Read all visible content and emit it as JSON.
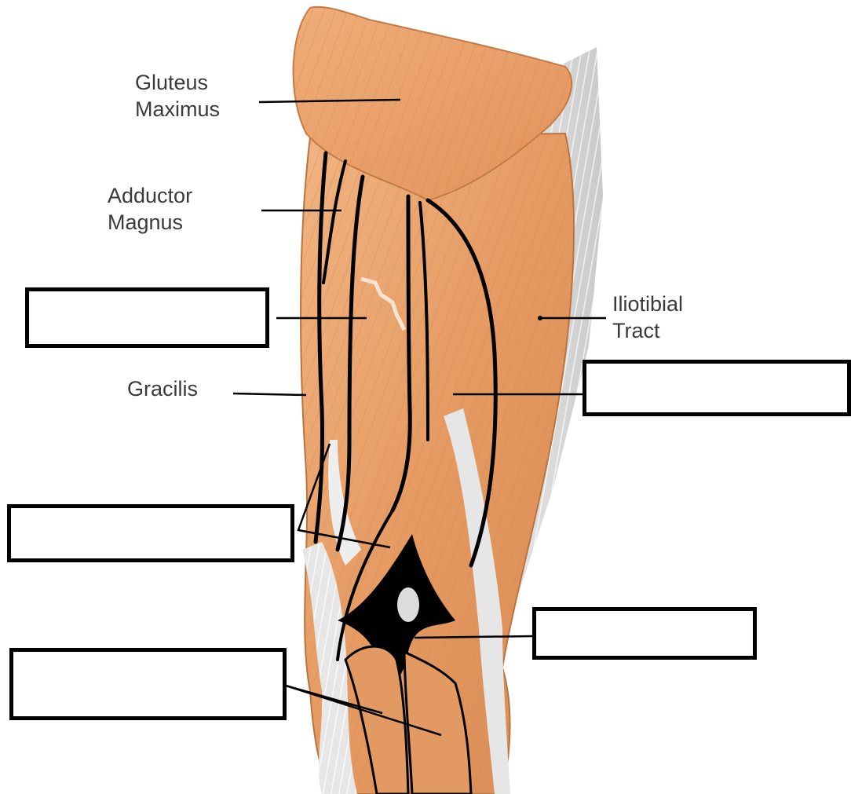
{
  "labels": {
    "gluteus_maximus": "Gluteus\nMaximus",
    "adductor_magnus": "Adductor\nMagnus",
    "iliotibial_tract": "Iliotibial\nTract",
    "gracilis": "Gracilis"
  },
  "blank_boxes": [
    {
      "name": "blank-box-1",
      "value": ""
    },
    {
      "name": "blank-box-2",
      "value": ""
    },
    {
      "name": "blank-box-3",
      "value": ""
    },
    {
      "name": "blank-box-4",
      "value": ""
    },
    {
      "name": "blank-box-5",
      "value": ""
    }
  ],
  "colors": {
    "muscle_base": "#e8a06a",
    "muscle_dark": "#c9804c",
    "tendon": "#dcdcdc",
    "outline": "#000000",
    "label_text": "#3a3a3a"
  }
}
